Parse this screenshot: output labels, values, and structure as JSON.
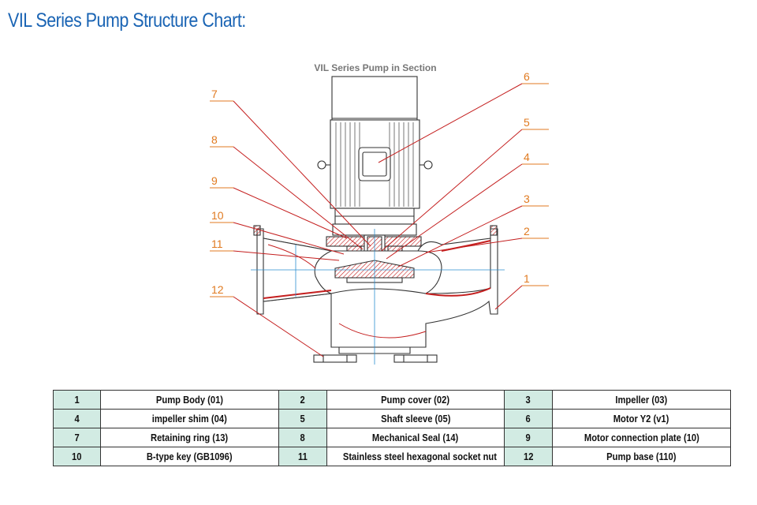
{
  "page": {
    "title": "VIL Series Pump Structure Chart:"
  },
  "diagram": {
    "caption": "VIL Series Pump in Section",
    "callouts": [
      "1",
      "2",
      "3",
      "4",
      "5",
      "6",
      "7",
      "8",
      "9",
      "10",
      "11",
      "12"
    ],
    "colors": {
      "line": "#333333",
      "callout": "#e07a20",
      "leader": "#c41e1e",
      "section": "#c41e1e",
      "centerline": "#2c8fcf"
    }
  },
  "parts_table": {
    "rows": [
      [
        {
          "num": "1",
          "name": "Pump Body (01)"
        },
        {
          "num": "2",
          "name": "Pump cover (02)"
        },
        {
          "num": "3",
          "name": "Impeller (03)"
        }
      ],
      [
        {
          "num": "4",
          "name": "impeller shim (04)"
        },
        {
          "num": "5",
          "name": "Shaft sleeve (05)"
        },
        {
          "num": "6",
          "name": "Motor Y2 (v1)"
        }
      ],
      [
        {
          "num": "7",
          "name": "Retaining ring (13)"
        },
        {
          "num": "8",
          "name": "Mechanical Seal (14)"
        },
        {
          "num": "9",
          "name": "Motor connection plate (10)"
        }
      ],
      [
        {
          "num": "10",
          "name": "B-type key (GB1096)"
        },
        {
          "num": "11",
          "name": "Stainless steel hexagonal socket nut"
        },
        {
          "num": "12",
          "name": "Pump base (110)"
        }
      ]
    ]
  }
}
